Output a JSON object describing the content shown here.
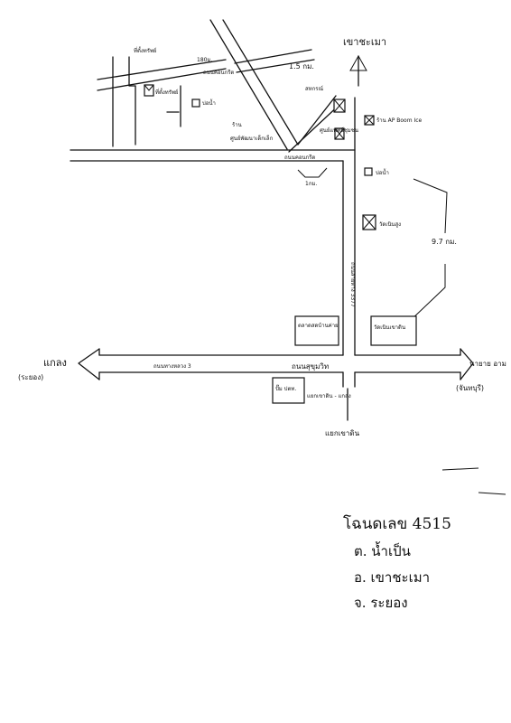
{
  "north": {
    "label": "เขาชะเมา"
  },
  "distances": {
    "top": "1.5 กม.",
    "right": "9.7 กม."
  },
  "places": {
    "house": "ที่ตั้งทรัพย์",
    "road_label_top": "180ม.",
    "small_road": "ถนนคอนกรีต",
    "well": "บ่อน้ำ",
    "school": "ศูนย์พัฒนาเด็กเล็ก",
    "temple": "ร้าน",
    "shop_ap": "ร้าน AP Boom Ice",
    "coop": "สหกรณ์",
    "medical": "ศูนย์แพทย์ชุมชน",
    "pond": "บ่อน้ำ",
    "concrete_road": "ถนนคอนกรีต",
    "one_km": "1กม.",
    "road3377": "ถนนสายทาง 3377",
    "police": "ตลาดสดบ้านค่าย",
    "watsang": "วัดเนินสูง",
    "watnoen": "วัดเนินเขาดิน",
    "sukhumvit_left": "ถนนทางหลวง 3",
    "sukhumvit": "ถนนสุขุมวิท",
    "ptt": "ปั๊ม ปตท.",
    "cross": "แยกเขาดิน - แกลง",
    "intersection": "แยกเขาดิน"
  },
  "destinations": {
    "left": "แกลง",
    "left_sub": "(ระยอง)",
    "right": "นายาย อาม",
    "right_sub": "(จันทบุรี)"
  },
  "deed": {
    "title_no": "โฉนดเลข 4515",
    "subdistrict": "ต. น้ำเป็น",
    "district": "อ. เขาชะเมา",
    "province": "จ. ระยอง"
  }
}
